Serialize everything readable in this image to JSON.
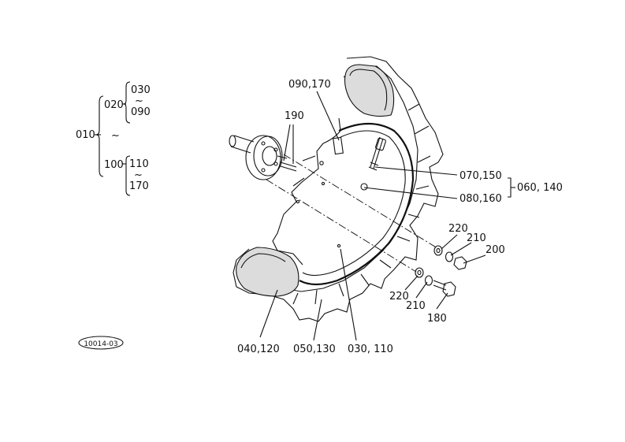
{
  "tree": {
    "root": "010",
    "group1": {
      "code": "020",
      "from": "030",
      "to": "090"
    },
    "group2": {
      "code": "100",
      "from": "110",
      "to": "170"
    },
    "tilde": "~"
  },
  "callouts": {
    "c090_170": "090,170",
    "c190": "190",
    "c070_150": "070,150",
    "c080_160": "080,160",
    "c060_140": "060, 140",
    "c220a": "220",
    "c210a": "210",
    "c200": "200",
    "c220b": "220",
    "c210b": "210",
    "c180": "180",
    "c040_120": "040,120",
    "c050_130": "050,130",
    "c030_110": "030, 110"
  },
  "figure_id": "10014-03"
}
